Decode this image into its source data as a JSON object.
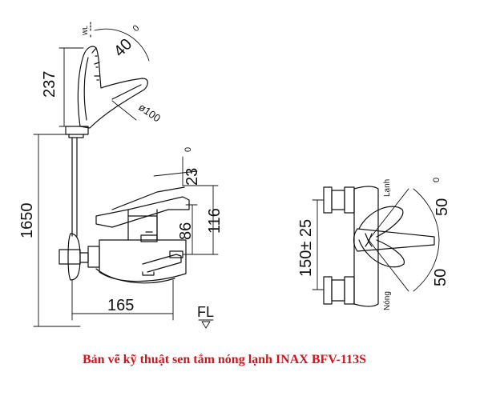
{
  "drawing": {
    "dims": {
      "shower_head_height": "237",
      "head_tilt_angle": "40",
      "head_diameter": "ø100",
      "total_height": "1650",
      "spout_angle": "23",
      "body_height": "116",
      "outlet_height": "86",
      "spout_reach": "165",
      "floor_level": "FL",
      "wall_label": "WL",
      "inlet_spacing": "150± 25",
      "lever_angle_cold": "50",
      "lever_angle_hot": "50",
      "degree_mark": "0"
    },
    "labels": {
      "cold": "Lạnh",
      "hot": "Nóng"
    }
  },
  "caption": "Bản vẽ kỹ thuật sen tắm nóng lạnh INAX BFV-113S",
  "colors": {
    "caption": "#d4141b",
    "line": "#111111"
  }
}
